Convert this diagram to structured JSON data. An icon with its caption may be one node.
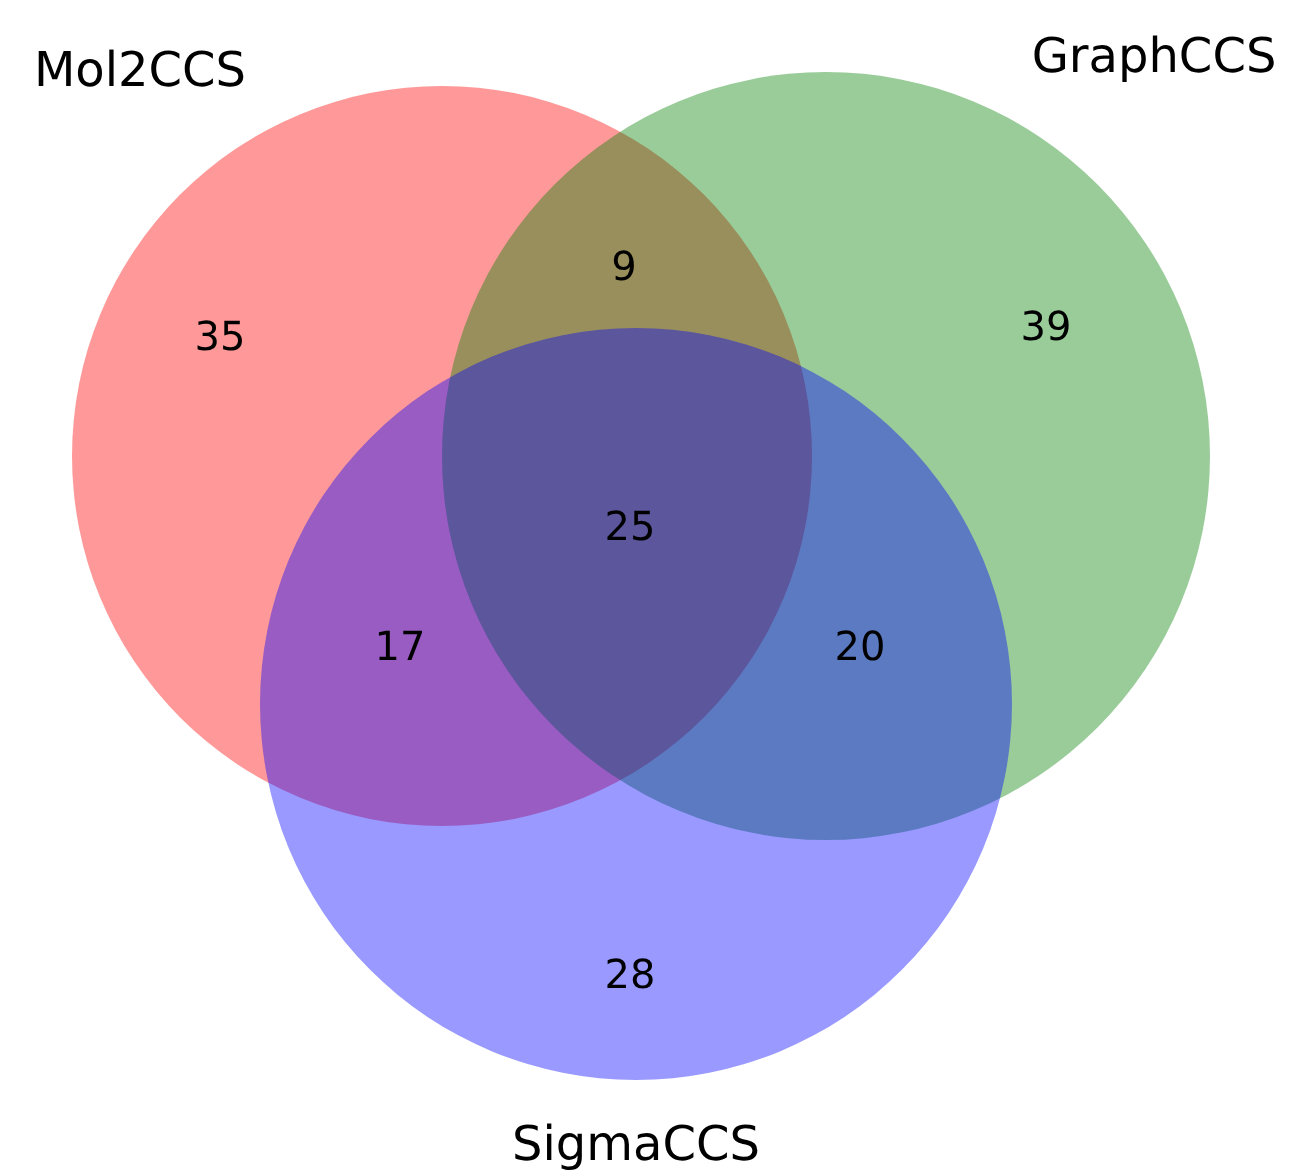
{
  "diagram": {
    "nodes": [
      {
        "text": [
          "Mol2CCS"
        ]
      },
      {
        "text": [
          "GraphCCS"
        ]
      },
      {
        "text": [
          "SigmaCCS"
        ]
      }
    ],
    "labels": [
      "35",
      "9",
      "39",
      "25",
      "17",
      "20",
      "28"
    ]
  }
}
